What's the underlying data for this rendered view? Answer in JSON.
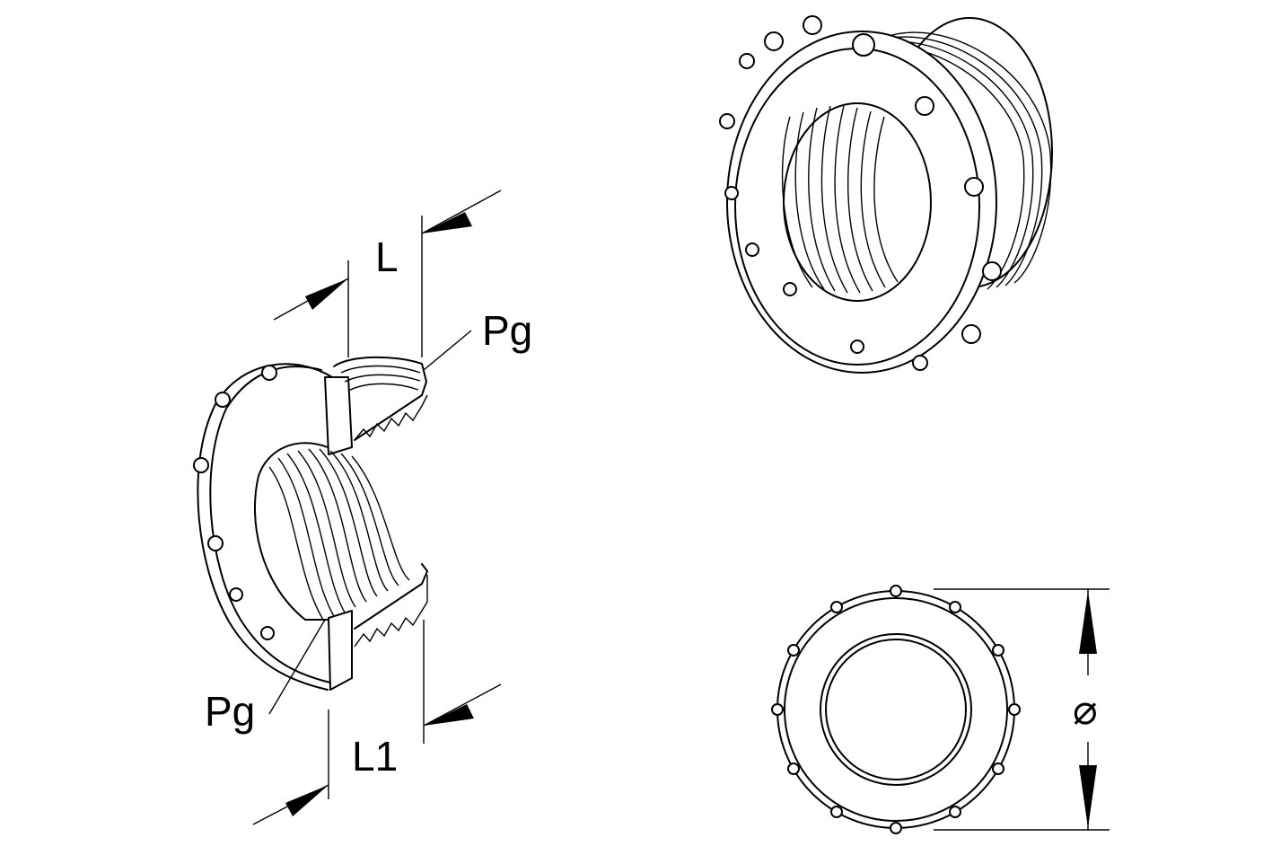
{
  "labels": {
    "length": "L",
    "length_1": "L1",
    "thread_outer": "Pg",
    "thread_inner": "Pg",
    "diameter": "⌀"
  },
  "colors": {
    "ink": "#000000",
    "paper": "#ffffff"
  }
}
